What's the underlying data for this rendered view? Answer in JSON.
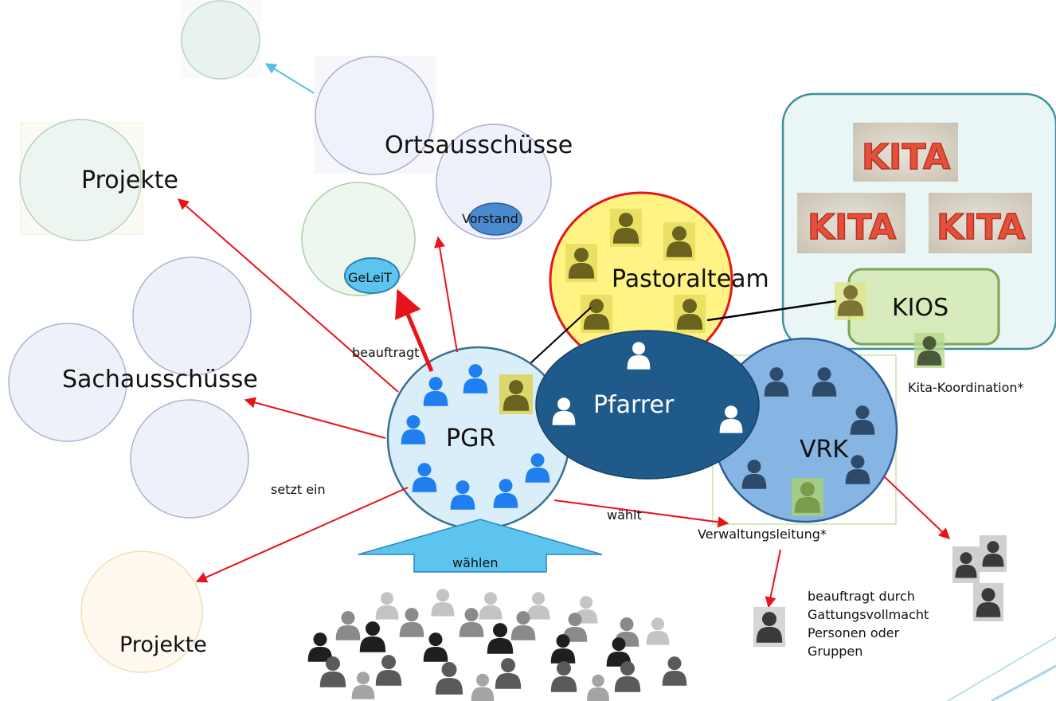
{
  "labels": {
    "projekte_top": "Projekte",
    "ortsausschuesse": "Ortsausschüsse",
    "vorstand": "Vorstand",
    "geleit": "GeLeiT",
    "pastoralteam": "Pastoralteam",
    "kios": "KIOS",
    "kita": "KITA",
    "kita_koordination": "Kita-Koordination*",
    "sachausschuesse": "Sachausschüsse",
    "beauftragt": "beauftragt",
    "pgr": "PGR",
    "pfarrer": "Pfarrer",
    "vrk": "VRK",
    "setzt_ein": "setzt ein",
    "waehlt": "wählt",
    "waehlen": "wählen",
    "verwaltungsleitung": "Verwaltungsleitung*",
    "beauftragt_durch": [
      "beauftragt durch",
      "Gattungsvollmacht",
      "Personen oder",
      "Gruppen"
    ],
    "projekte_bottom": "Projekte"
  },
  "colors": {
    "arrow_red": "#e8131b",
    "arrow_blue": "#5bbde4",
    "pgr_fill": "#d9eef8",
    "pfarrer_fill": "#1f5a8a",
    "vrk_fill": "#86b4e3",
    "pastoral_fill": "#fff384",
    "kios_fill": "#d7ebbd",
    "person_blue": "#1f7ff0",
    "person_olive": "#6b6220",
    "person_navy": "#2d4a6b",
    "person_green": "#7a9a4c",
    "person_gray": "#5a5a5a"
  },
  "icons": [
    "person-icon",
    "crowd-icon",
    "kita-image-icon"
  ]
}
